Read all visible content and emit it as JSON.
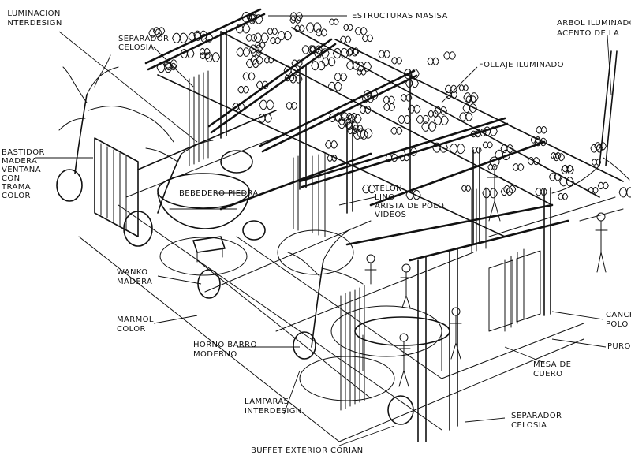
{
  "labels": {
    "iluminacion": [
      "ILUMINACION",
      "INTERDESIGN"
    ],
    "separador_top": [
      "SEPARADOR",
      "CELOSIA"
    ],
    "estructuras": [
      "ESTRUCTURAS MASISA"
    ],
    "arbol": [
      "ARBOL ILUMINADO",
      "ACENTO DE LA"
    ],
    "follaje": [
      "FOLLAJE ILUMINADO"
    ],
    "bastidor": [
      "BASTIDOR",
      "MADERA",
      "VENTANA",
      "CON",
      "TRAMA",
      "COLOR"
    ],
    "bebedero": [
      "BEBEDERO PIEDRA"
    ],
    "telon": [
      "TELON",
      "LINO",
      "ARISTA DE POLO",
      "VIDEOS"
    ],
    "wanko": [
      "WANKO",
      "MADERA"
    ],
    "marmol": [
      "MARMOL",
      "COLOR"
    ],
    "horno": [
      "HORNO BARRO",
      "MODERNO"
    ],
    "cancha": [
      "CANCHA",
      "POLO"
    ],
    "puro": [
      "PURO M"
    ],
    "mesa": [
      "MESA DE",
      "CUERO"
    ],
    "lamparas": [
      "LAMPARAS",
      "INTERDESIGN"
    ],
    "separador_bottom": [
      "SEPARADOR",
      "CELOSIA"
    ],
    "buffet": [
      "BUFFET EXTERIOR CORIAN"
    ]
  }
}
